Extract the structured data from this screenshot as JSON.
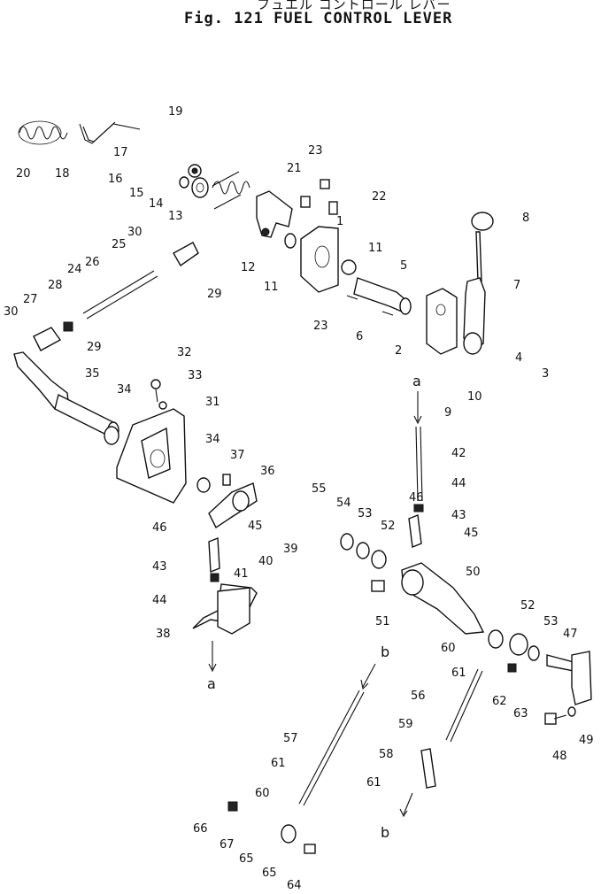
{
  "title": {
    "japanese": "フュエル コントロール レバー",
    "english": "Fig. 121   FUEL CONTROL LEVER"
  },
  "callouts": [
    "1",
    "2",
    "3",
    "4",
    "5",
    "6",
    "7",
    "8",
    "9",
    "10",
    "11",
    "11",
    "12",
    "13",
    "14",
    "15",
    "16",
    "17",
    "18",
    "19",
    "20",
    "21",
    "22",
    "23",
    "23",
    "24",
    "25",
    "26",
    "27",
    "28",
    "29",
    "29",
    "30",
    "30",
    "31",
    "32",
    "33",
    "34",
    "34",
    "35",
    "36",
    "37",
    "38",
    "39",
    "40",
    "41",
    "42",
    "43",
    "43",
    "44",
    "44",
    "45",
    "45",
    "46",
    "46",
    "47",
    "48",
    "49",
    "50",
    "51",
    "52",
    "52",
    "53",
    "53",
    "54",
    "55",
    "56",
    "57",
    "58",
    "59",
    "60",
    "60",
    "61",
    "61",
    "61",
    "62",
    "63",
    "64",
    "65",
    "65",
    "66",
    "67"
  ],
  "connectors": [
    "a",
    "a",
    "b",
    "b"
  ]
}
